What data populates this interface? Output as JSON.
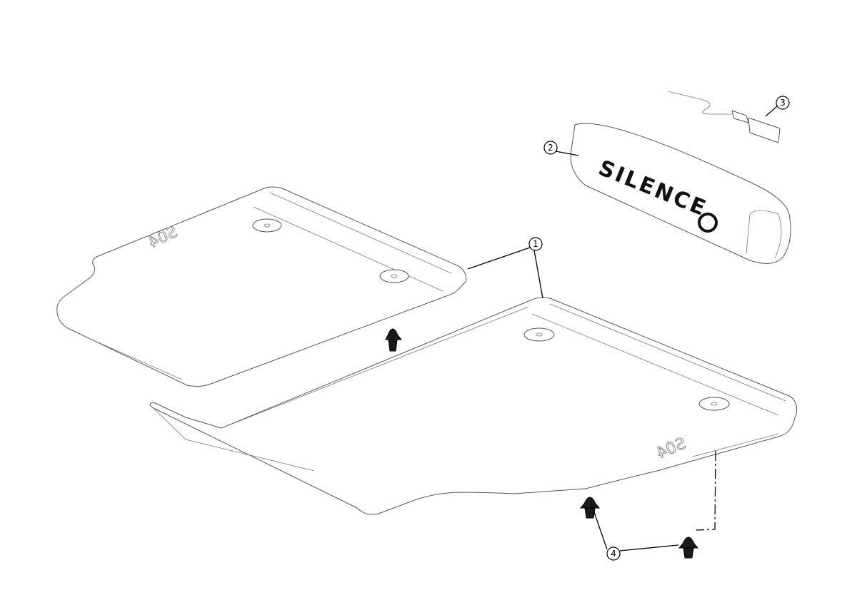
{
  "diagram": {
    "callouts": [
      {
        "label": "1",
        "part": "plate"
      },
      {
        "label": "2",
        "part": "silence-box"
      },
      {
        "label": "3",
        "part": "power-cable"
      },
      {
        "label": "4",
        "part": "fastener"
      }
    ],
    "logo_text": "SILENCE",
    "plate_marking": "S04"
  }
}
